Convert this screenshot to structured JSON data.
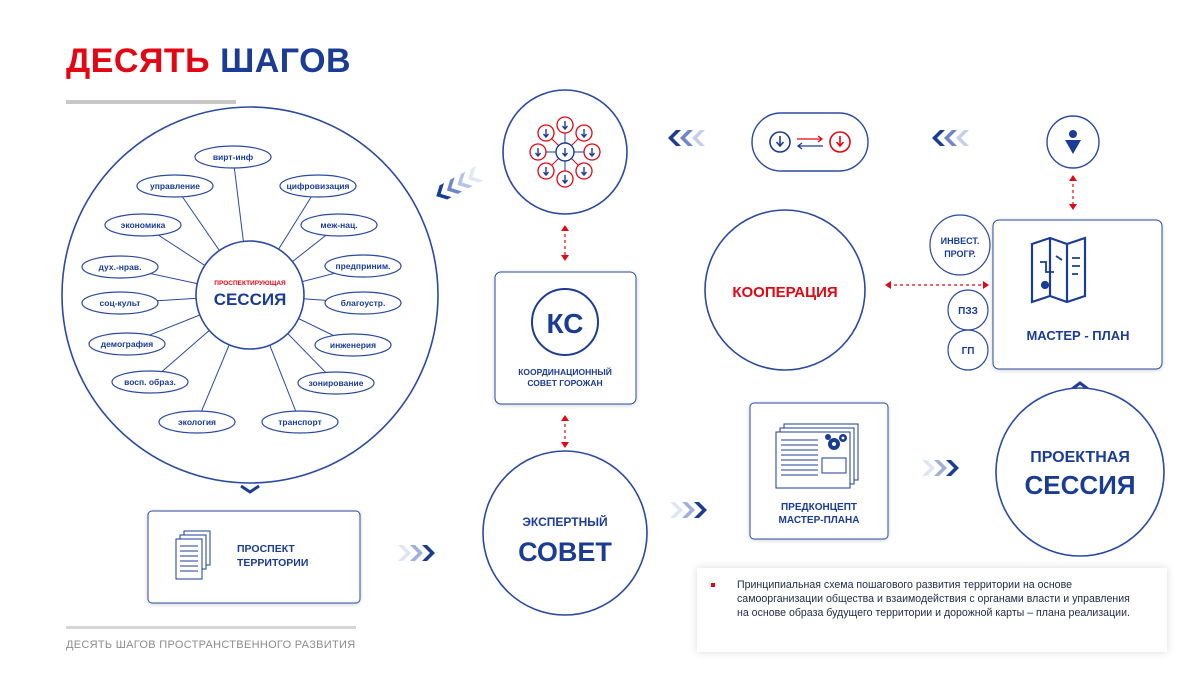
{
  "title": {
    "part1": "ДЕСЯТЬ",
    "part2": "ШАГОВ"
  },
  "footer": "ДЕСЯТЬ ШАГОВ ПРОСТРАНСТВЕННОГО РАЗВИТИЯ",
  "session": {
    "small_label": "ПРОСПЕКТИРУЮЩАЯ",
    "big_label": "СЕССИЯ",
    "topics": [
      "вирт-инф",
      "цифровизация",
      "меж-нац.",
      "предприним.",
      "благоустр.",
      "инженерия",
      "зонирование",
      "транспорт",
      "экология",
      "восп. образ.",
      "демография",
      "соц-культ",
      "дух.-нрав.",
      "экономика",
      "управление"
    ]
  },
  "prospect": {
    "line1": "ПРОСПЕКТ",
    "line2": "ТЕРРИТОРИИ"
  },
  "ks": {
    "abbr": "КС",
    "line1": "КООРДИНАЦИОННЫЙ",
    "line2": "СОВЕТ ГОРОЖАН"
  },
  "expert": {
    "line1": "ЭКСПЕРТНЫЙ",
    "line2": "СОВЕТ"
  },
  "cooperation": {
    "label": "КООПЕРАЦИЯ"
  },
  "preconcept": {
    "line1": "ПРЕДКОНЦЕПТ",
    "line2": "МАСТЕР-ПЛАНА"
  },
  "project_session": {
    "line1": "ПРОЕКТНАЯ",
    "line2": "СЕССИЯ"
  },
  "masterplan": {
    "label": "МАСТЕР - ПЛАН"
  },
  "badges": {
    "invest_line1": "ИНВЕСТ.",
    "invest_line2": "ПРОГР.",
    "pzz": "ПЗЗ",
    "gp": "ГП"
  },
  "note": "Принципиальная схема пошагового развития территории на основе самоорганизации общества и взаимодействия с органами власти и управления на основе образа будущего  территории и дорожной карты – плана реализации.",
  "colors": {
    "blue": "#1b3c94",
    "red": "#e30613",
    "border": "#2b4aa0",
    "grey": "#8c8c8c"
  }
}
